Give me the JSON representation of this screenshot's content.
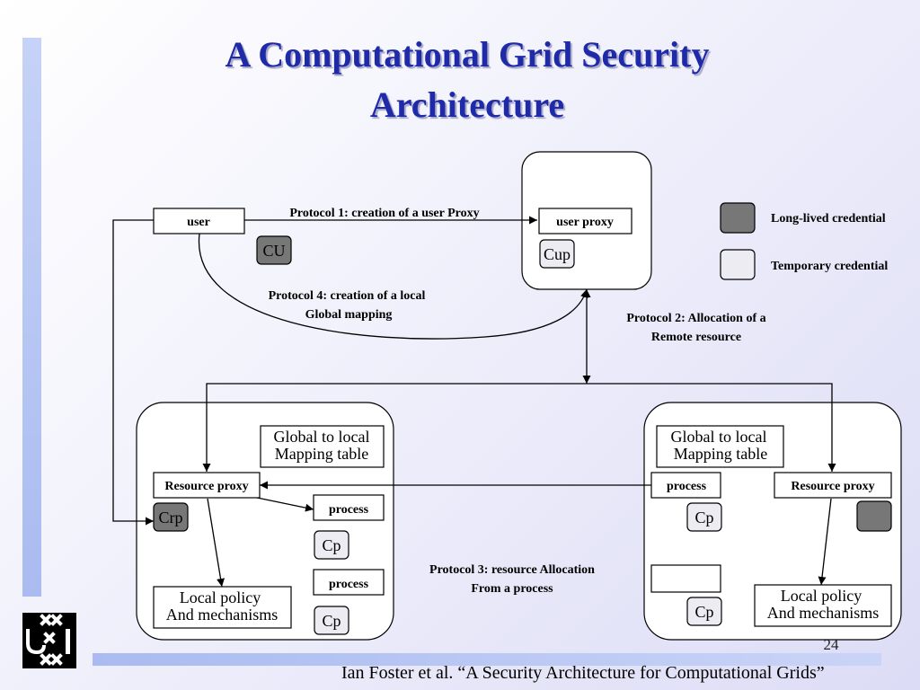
{
  "slide": {
    "title_line1": "A Computational Grid Security",
    "title_line2": "Architecture",
    "page_number": "24",
    "citation": "Ian Foster et al. “A Security Architecture for Computational Grids”"
  },
  "legend": {
    "long_lived": "Long-lived credential",
    "temporary": "Temporary credential",
    "long_lived_color": "#777777",
    "temporary_color": "#ececf2"
  },
  "diagram": {
    "user": "user",
    "user_proxy": "user proxy",
    "cu": "CU",
    "cup": "Cup",
    "protocol1": "Protocol 1: creation of a user Proxy",
    "protocol2_line1": "Protocol 2: Allocation of a",
    "protocol2_line2": "Remote resource",
    "protocol3_line1": "Protocol 3: resource Allocation",
    "protocol3_line2": "From a process",
    "protocol4_line1": "Protocol 4: creation of a local",
    "protocol4_line2": "Global mapping",
    "left_site": {
      "mapping_line1": "Global to local",
      "mapping_line2": "Mapping table",
      "resource_proxy": "Resource proxy",
      "crp": "Crp",
      "process1": "process",
      "process2": "process",
      "cp1": "Cp",
      "cp2": "Cp",
      "policy_line1": "Local policy",
      "policy_line2": "And mechanisms"
    },
    "right_site": {
      "mapping_line1": "Global to local",
      "mapping_line2": "Mapping table",
      "process": "process",
      "resource_proxy": "Resource proxy",
      "cp1": "Cp",
      "cp2": "Cp",
      "policy_line1": "Local policy",
      "policy_line2": "And mechanisms"
    }
  }
}
